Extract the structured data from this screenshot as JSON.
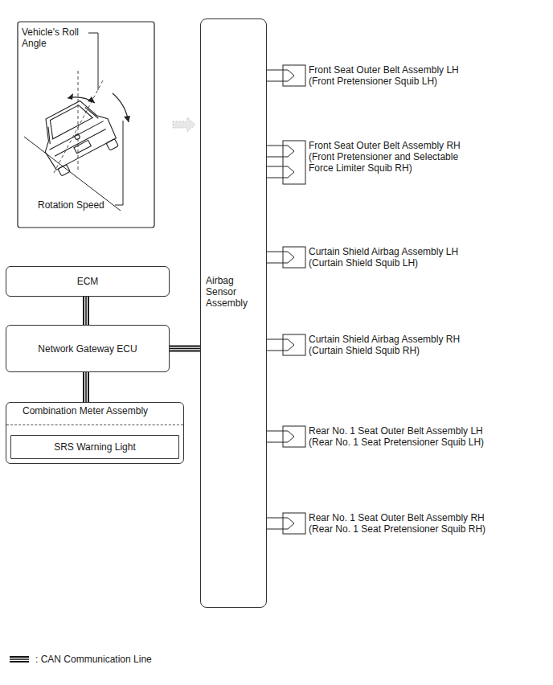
{
  "diagram": {
    "nodes": [
      {
        "text": [
          "ECM"
        ]
      },
      {
        "text": [
          "Network Gateway ECU"
        ]
      },
      {
        "text": [
          "Combination Meter Assembly"
        ]
      },
      {
        "text": [
          "SRS Warning Light"
        ],
        "in": 2
      },
      {
        "text": [
          "Airbag Sensor Assembly"
        ]
      },
      {
        "text": [
          "Front Seat Outer Belt Assembly LH",
          "(Front Pretensioner Squib LH)"
        ]
      },
      {
        "text": [
          "Front Seat Outer Belt Assembly RH",
          "(Front Pretensioner and Selectable Force Limiter Squib RH)"
        ]
      },
      {
        "text": [
          "Curtain Shield Airbag Assembly LH",
          "(Curtain Shield Squib LH)"
        ]
      },
      {
        "text": [
          "Curtain Shield Airbag Assembly RH",
          "(Curtain Shield Squib RH)"
        ]
      },
      {
        "text": [
          "Rear No. 1 Seat Outer Belt Assembly LH",
          "(Rear No. 1 Seat Pretensioner Squib LH)"
        ]
      },
      {
        "text": [
          "Rear No. 1 Seat Outer Belt Assembly RH",
          "(Rear No. 1 Seat Pretensioner Squib RH)"
        ]
      }
    ],
    "edges": [
      {
        "from": 0,
        "to": 1,
        "arrow": "none"
      },
      {
        "from": 1,
        "to": 2,
        "arrow": "none"
      },
      {
        "from": 1,
        "to": 4,
        "arrow": "none"
      },
      {
        "from": 4,
        "to": 5,
        "arrow": "none"
      },
      {
        "from": 4,
        "to": 6,
        "arrow": "none"
      },
      {
        "from": 4,
        "to": 7,
        "arrow": "none"
      },
      {
        "from": 4,
        "to": 8,
        "arrow": "none"
      },
      {
        "from": 4,
        "to": 9,
        "arrow": "none"
      },
      {
        "from": 4,
        "to": 10,
        "arrow": "none"
      }
    ],
    "labels": [
      "Vehicle's Roll Angle",
      "Rotation Speed"
    ],
    "legend": [
      {
        "text": ": CAN Communication Line"
      }
    ]
  }
}
